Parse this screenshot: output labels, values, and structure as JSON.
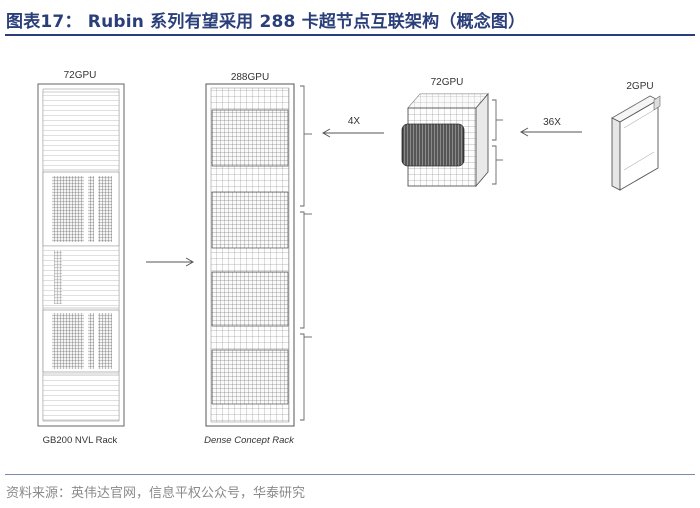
{
  "figure": {
    "title": "图表17： Rubin 系列有望采用 288 卡超节点互联架构（概念图）",
    "source": "资料来源：英伟达官网，信息平权公众号，华泰研究"
  },
  "diagram": {
    "gb200_rack": {
      "top_label": "72GPU",
      "bottom_label": "GB200 NVL Rack"
    },
    "dense_rack": {
      "top_label": "288GPU",
      "bottom_label": "Dense Concept Rack"
    },
    "cube_72": {
      "top_label": "72GPU"
    },
    "blade_2": {
      "top_label": "2GPU"
    },
    "arrow_4x": {
      "label": "4X"
    },
    "arrow_36x": {
      "label": "36X"
    }
  }
}
